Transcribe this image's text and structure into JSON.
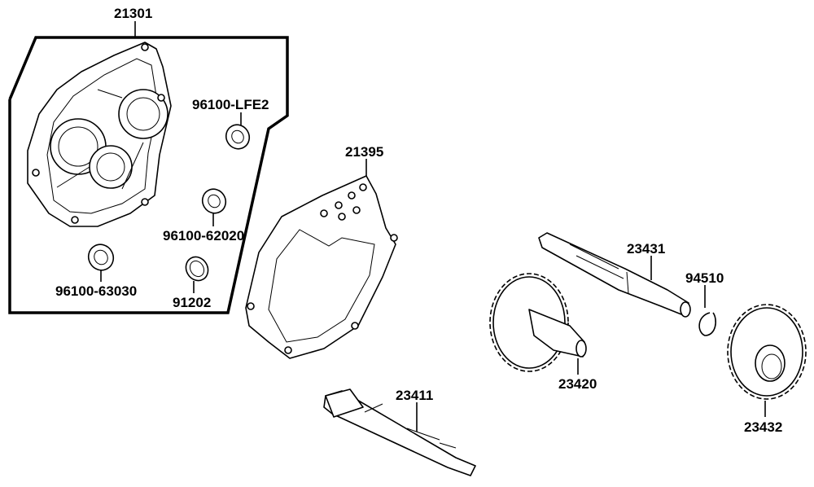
{
  "parts": [
    {
      "id": "case",
      "number": "21301"
    },
    {
      "id": "bearing-1",
      "number": "96100-LFE2"
    },
    {
      "id": "bearing-2",
      "number": "96100-62020"
    },
    {
      "id": "bearing-3",
      "number": "96100-63030"
    },
    {
      "id": "oil-seal",
      "number": "91202"
    },
    {
      "id": "gasket",
      "number": "21395"
    },
    {
      "id": "drive-shaft",
      "number": "23411"
    },
    {
      "id": "counter-gear",
      "number": "23420"
    },
    {
      "id": "final-shaft",
      "number": "23431"
    },
    {
      "id": "circlip",
      "number": "94510"
    },
    {
      "id": "final-gear",
      "number": "23432"
    }
  ]
}
